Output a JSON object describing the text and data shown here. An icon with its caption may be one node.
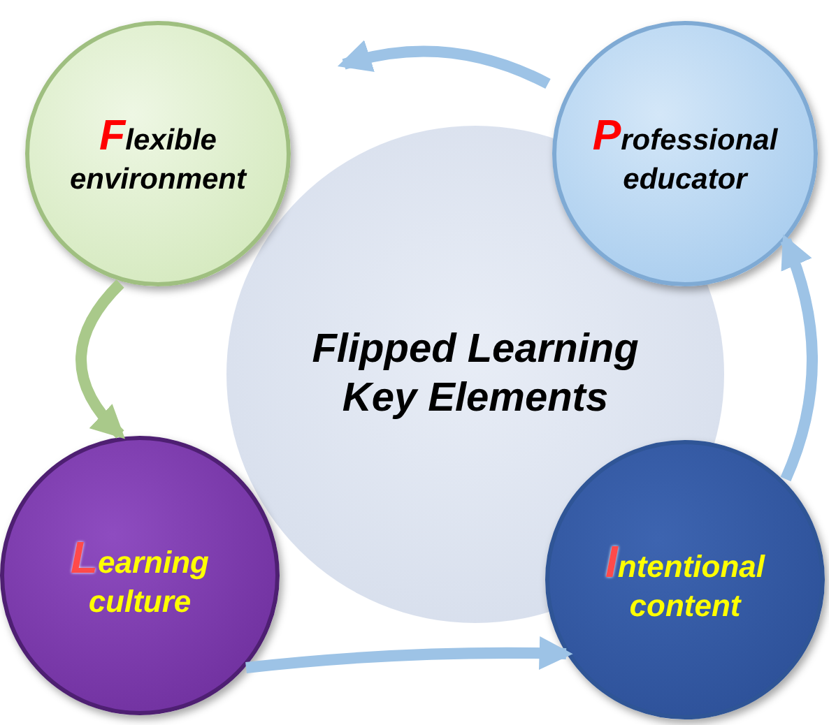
{
  "diagram": {
    "nodes": [
      {
        "text": [
          "Flexible environment"
        ]
      },
      {
        "text": [
          "Professional educator"
        ]
      },
      {
        "text": [
          "Flipped Learning Key Elements"
        ]
      },
      {
        "text": [
          "Learning culture"
        ]
      },
      {
        "text": [
          "Intentional content"
        ]
      }
    ],
    "edges": [
      {
        "from": 1,
        "to": 0,
        "arrow": "to"
      },
      {
        "from": 0,
        "to": 3,
        "arrow": "to",
        "color": "#a9c98a"
      },
      {
        "from": 3,
        "to": 4,
        "arrow": "to"
      },
      {
        "from": 4,
        "to": 1,
        "arrow": "to"
      }
    ]
  }
}
